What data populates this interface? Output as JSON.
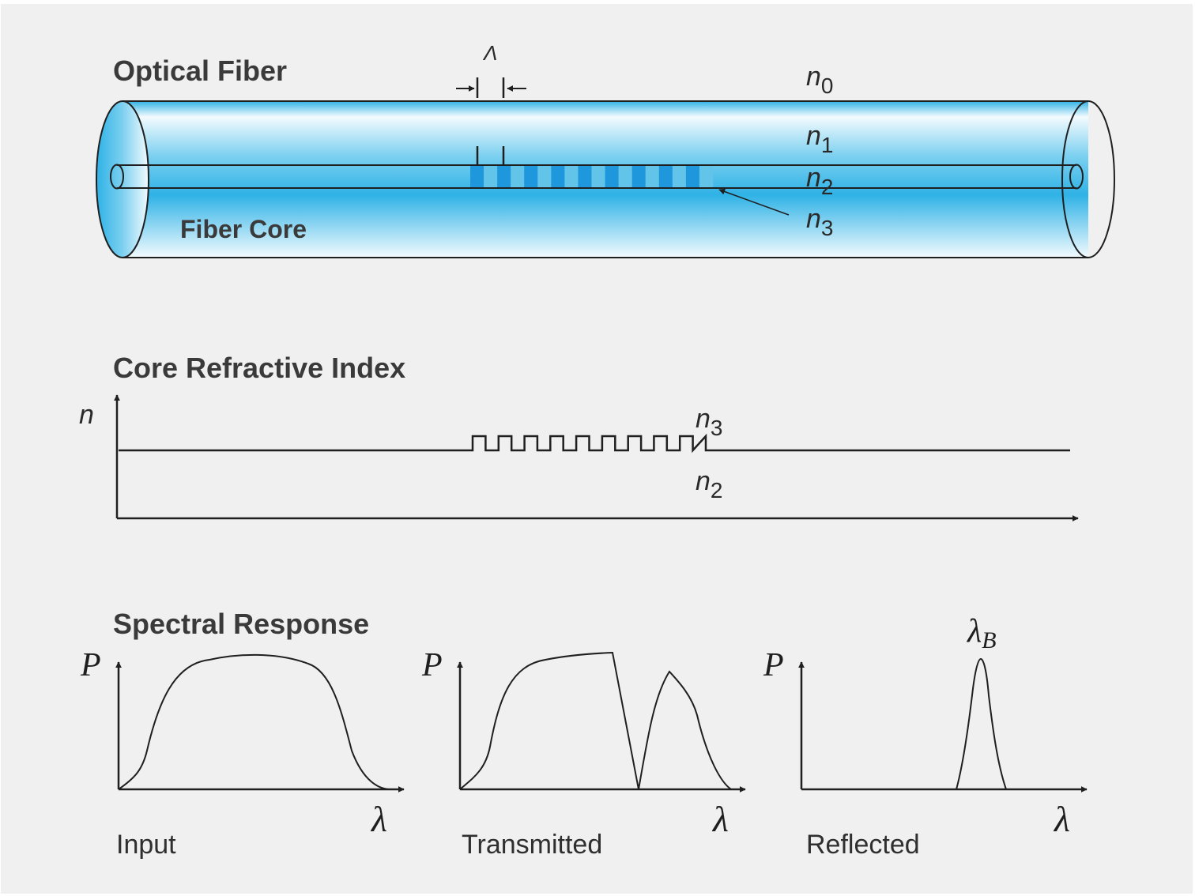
{
  "colors": {
    "background": "#eff0ef",
    "fiber_light": "#f3fbfe",
    "fiber_mid": "#7cd0f0",
    "fiber_dark": "#2fb2e6",
    "grating_dark": "#1f97dd",
    "grating_light": "#63c4ea",
    "stroke": "#1f1f1f"
  },
  "fiber": {
    "title": "Optical Fiber",
    "core_label": "Fiber Core",
    "period_symbol": "Λ",
    "indices": [
      {
        "base": "n",
        "sub": "0"
      },
      {
        "base": "n",
        "sub": "1"
      },
      {
        "base": "n",
        "sub": "2"
      },
      {
        "base": "n",
        "sub": "3"
      }
    ]
  },
  "index_profile": {
    "title": "Core Refractive Index",
    "y_axis": "n",
    "upper_label": {
      "base": "n",
      "sub": "3"
    },
    "lower_label": {
      "base": "n",
      "sub": "2"
    },
    "periods": 9
  },
  "spectral": {
    "title": "Spectral Response",
    "panels": [
      {
        "id": "input",
        "caption": "Input",
        "y_axis": "P",
        "x_axis": "λ"
      },
      {
        "id": "transmitted",
        "caption": "Transmitted",
        "y_axis": "P",
        "x_axis": "λ"
      },
      {
        "id": "reflected",
        "caption": "Reflected",
        "y_axis": "P",
        "x_axis": "λ",
        "peak_label": {
          "base": "λ",
          "sub": "B"
        }
      }
    ]
  }
}
